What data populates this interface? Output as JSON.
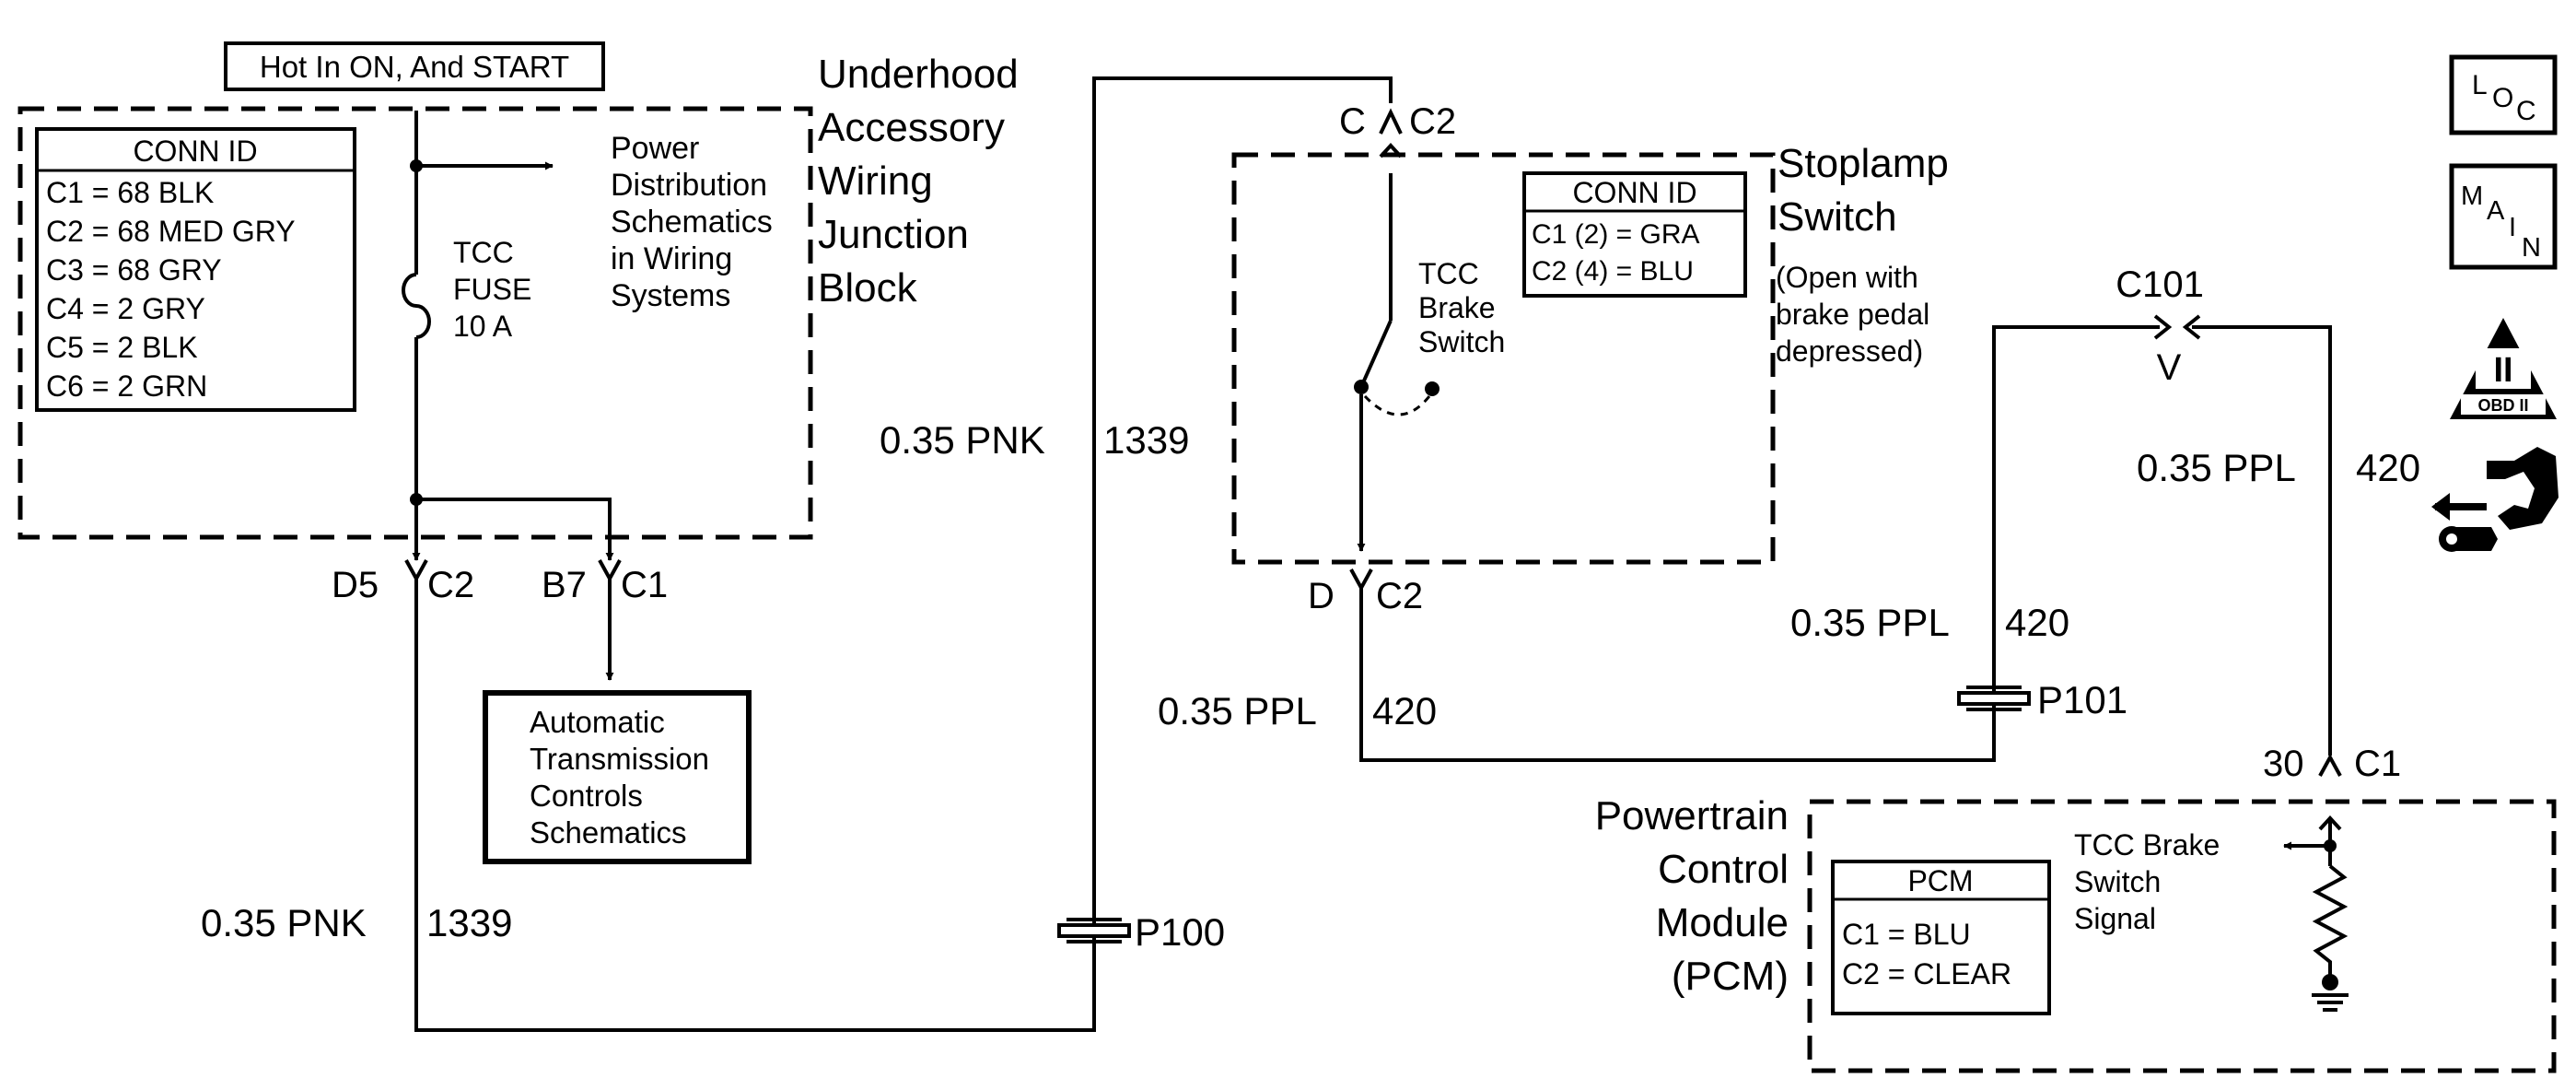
{
  "hot_label": "Hot In ON, And START",
  "junction_block": {
    "title_lines": [
      "Underhood",
      "Accessory",
      "Wiring",
      "Junction",
      "Block"
    ],
    "conn_id": {
      "title": "CONN ID",
      "rows": [
        "C1 = 68 BLK",
        "C2 = 68 MED GRY",
        "C3 = 68 GRY",
        "C4 = 2 GRY",
        "C5 = 2 BLK",
        "C6 = 2 GRN"
      ]
    },
    "power_dist_lines": [
      "Power",
      "Distribution",
      "Schematics",
      "in Wiring",
      "Systems"
    ],
    "fuse_lines": [
      "TCC",
      "FUSE",
      "10 A"
    ],
    "conn_d5": "D5",
    "conn_c2": "C2",
    "conn_b7": "B7",
    "conn_c1": "C1"
  },
  "auto_trans_lines": [
    "Automatic",
    "Transmission",
    "Controls",
    "Schematics"
  ],
  "wires": {
    "pnk_lower_gauge": "0.35 PNK",
    "pnk_lower_circuit": "1339",
    "pnk_upper_gauge": "0.35 PNK",
    "pnk_upper_circuit": "1339",
    "ppl_bottom_gauge": "0.35 PPL",
    "ppl_bottom_circuit": "420",
    "ppl_mid_gauge": "0.35 PPL",
    "ppl_mid_circuit": "420",
    "ppl_right_gauge": "0.35 PPL",
    "ppl_right_circuit": "420"
  },
  "splices": {
    "p100": "P100",
    "p101": "P101"
  },
  "stoplamp": {
    "title_lines": [
      "Stoplamp",
      "Switch"
    ],
    "note_lines": [
      "(Open with",
      "brake pedal",
      "depressed)"
    ],
    "conn_id": {
      "title": "CONN  ID",
      "rows": [
        "C1 (2)  = GRA",
        "C2 (4)  = BLU"
      ]
    },
    "switch_lines": [
      "TCC",
      "Brake",
      "Switch"
    ],
    "top_pin": "C",
    "top_conn": "C2",
    "bottom_pin": "D",
    "bottom_conn": "C2"
  },
  "c101": {
    "label": "C101",
    "pin": "V"
  },
  "pcm": {
    "title_lines": [
      "Powertrain",
      "Control",
      "Module",
      "(PCM)"
    ],
    "box_title": "PCM",
    "rows": [
      "C1 = BLU",
      "C2 = CLEAR"
    ],
    "signal_lines": [
      "TCC Brake",
      "Switch",
      "Signal"
    ],
    "pin": "30",
    "conn": "C1"
  },
  "nav_icons": {
    "loc": {
      "l": "L",
      "o": "O",
      "c": "C"
    },
    "main": {
      "m": "M",
      "a": "A",
      "i": "I",
      "n": "N"
    },
    "obd": {
      "roman": "II",
      "label": "OBD II"
    }
  }
}
